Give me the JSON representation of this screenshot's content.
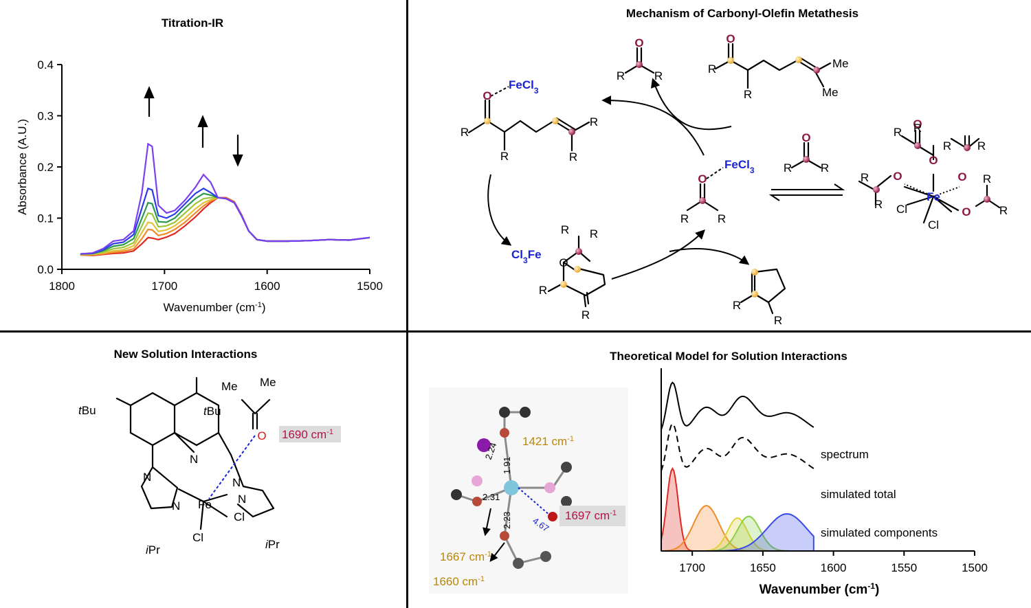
{
  "panels": {
    "titration": {
      "title": "Titration-IR"
    },
    "mechanism": {
      "title": "Mechanism of Carbonyl-Olefin Metathesis"
    },
    "solution": {
      "title": "New Solution Interactions"
    },
    "theory": {
      "title": "Theoretical Model for Solution Interactions"
    }
  },
  "chart_data": [
    {
      "type": "line",
      "title": "Titration-IR",
      "xlabel": "Wavenumber (cm-1)",
      "ylabel": "Absorbance (A.U.)",
      "xlim": [
        1800,
        1500
      ],
      "ylim": [
        0.0,
        0.4
      ],
      "x_ticks": [
        "1800",
        "1700",
        "1600",
        "1500"
      ],
      "y_ticks": [
        "0.0",
        "0.1",
        "0.2",
        "0.3",
        "0.4"
      ],
      "x": [
        1782,
        1770,
        1760,
        1750,
        1740,
        1730,
        1722,
        1716,
        1712,
        1706,
        1698,
        1690,
        1680,
        1670,
        1662,
        1655,
        1648,
        1640,
        1632,
        1625,
        1618,
        1610,
        1600,
        1580,
        1560,
        1540,
        1520,
        1500
      ],
      "series": [
        {
          "color": "#7b3ff2",
          "values": [
            0.03,
            0.032,
            0.04,
            0.055,
            0.058,
            0.075,
            0.15,
            0.245,
            0.24,
            0.125,
            0.11,
            0.115,
            0.135,
            0.16,
            0.185,
            0.17,
            0.14,
            0.138,
            0.13,
            0.105,
            0.075,
            0.058,
            0.055,
            0.055,
            0.056,
            0.058,
            0.057,
            0.062
          ]
        },
        {
          "color": "#2a3be8",
          "values": [
            0.03,
            0.031,
            0.038,
            0.05,
            0.053,
            0.068,
            0.12,
            0.158,
            0.155,
            0.105,
            0.1,
            0.108,
            0.128,
            0.148,
            0.158,
            0.15,
            0.14,
            0.138,
            0.13,
            0.105,
            0.075,
            0.058,
            0.055,
            0.055,
            0.056,
            0.058,
            0.057,
            0.062
          ]
        },
        {
          "color": "#2a9a4a",
          "values": [
            0.03,
            0.031,
            0.036,
            0.045,
            0.048,
            0.06,
            0.1,
            0.13,
            0.128,
            0.093,
            0.092,
            0.1,
            0.12,
            0.138,
            0.148,
            0.145,
            0.14,
            0.138,
            0.13,
            0.105,
            0.075,
            0.058,
            0.055,
            0.055,
            0.056,
            0.058,
            0.057,
            0.062
          ]
        },
        {
          "color": "#9ac63a",
          "values": [
            0.029,
            0.03,
            0.034,
            0.04,
            0.043,
            0.052,
            0.085,
            0.11,
            0.108,
            0.083,
            0.085,
            0.092,
            0.11,
            0.128,
            0.138,
            0.14,
            0.14,
            0.138,
            0.13,
            0.105,
            0.075,
            0.058,
            0.055,
            0.055,
            0.056,
            0.058,
            0.057,
            0.062
          ]
        },
        {
          "color": "#e0c23a",
          "values": [
            0.029,
            0.029,
            0.032,
            0.036,
            0.038,
            0.046,
            0.072,
            0.092,
            0.09,
            0.074,
            0.077,
            0.085,
            0.1,
            0.118,
            0.13,
            0.136,
            0.14,
            0.138,
            0.13,
            0.105,
            0.075,
            0.058,
            0.055,
            0.055,
            0.056,
            0.058,
            0.057,
            0.062
          ]
        },
        {
          "color": "#f08a2a",
          "values": [
            0.028,
            0.028,
            0.03,
            0.033,
            0.035,
            0.04,
            0.06,
            0.078,
            0.077,
            0.066,
            0.07,
            0.078,
            0.092,
            0.11,
            0.124,
            0.133,
            0.14,
            0.139,
            0.131,
            0.106,
            0.075,
            0.058,
            0.055,
            0.055,
            0.056,
            0.058,
            0.057,
            0.062
          ]
        },
        {
          "color": "#e02820",
          "values": [
            0.028,
            0.027,
            0.029,
            0.031,
            0.032,
            0.036,
            0.05,
            0.062,
            0.061,
            0.058,
            0.063,
            0.07,
            0.085,
            0.102,
            0.118,
            0.13,
            0.14,
            0.14,
            0.132,
            0.107,
            0.075,
            0.058,
            0.055,
            0.055,
            0.056,
            0.058,
            0.057,
            0.062
          ]
        }
      ]
    },
    {
      "type": "area",
      "xlabel": "Wavenumber (cm-1)",
      "xlim": [
        1722,
        1500
      ],
      "x_ticks": [
        "1700",
        "1650",
        "1600",
        "1550",
        "1500"
      ],
      "legend": [
        "spectrum",
        "simulated total",
        "simulated components"
      ],
      "components": [
        {
          "color": "#e02820",
          "center": 1714,
          "width": 4,
          "height": 1.0
        },
        {
          "color": "#f08a2a",
          "center": 1690,
          "width": 9,
          "height": 0.55
        },
        {
          "color": "#e0d23a",
          "center": 1668,
          "width": 7,
          "height": 0.4
        },
        {
          "color": "#8ad04a",
          "center": 1660,
          "width": 8,
          "height": 0.42
        },
        {
          "color": "#3a4ae8",
          "center": 1633,
          "width": 14,
          "height": 0.45
        }
      ]
    }
  ],
  "labels": {
    "fecl3": "FeCl",
    "fecl3_sub": "3",
    "cl3fe_pre": "Cl",
    "cl3fe_sub": "3",
    "cl3fe_post": "Fe",
    "fe": "Fe",
    "cl": "Cl",
    "me": "Me",
    "r": "R",
    "o": "O",
    "tbu_t": "t",
    "tbu": "Bu",
    "ipr_i": "i",
    "ipr": "Pr",
    "n": "N",
    "freq_1690": "1690 cm",
    "freq_1421": "1421 cm",
    "freq_1697": "1697 cm",
    "freq_1667": "1667 cm",
    "freq_1660": "1660 cm",
    "sup": "-1",
    "d_224": "2.24",
    "d_191": "1.91",
    "d_231": "2.31",
    "d_223": "2.23",
    "d_467": "4.67"
  }
}
